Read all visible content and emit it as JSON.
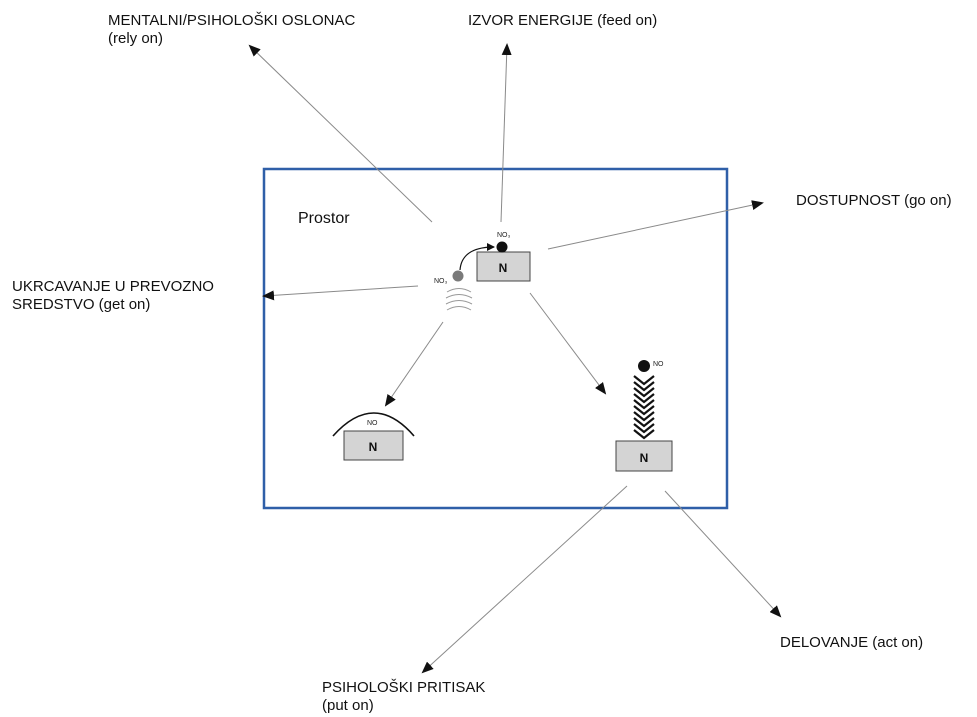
{
  "diagram": {
    "space_label": "Prostor",
    "box_letter": "N",
    "particle_label_top": "NO₃",
    "particle_label_left": "NO₃",
    "cap_label": "NO",
    "spring_label": "NO"
  },
  "labels": {
    "rely_on": {
      "line1": "MENTALNI/PSIHOLOŠKI OSLONAC",
      "line2": "(rely on)"
    },
    "feed_on": "IZVOR ENERGIJE (feed on)",
    "go_on": "DOSTUPNOST (go on)",
    "get_on": {
      "line1": "UKRCAVANJE U PREVOZNO",
      "line2": "SREDSTVO (get on)"
    },
    "act_on": "DELOVANJE (act on)",
    "put_on": {
      "line1": "PSIHOLOŠKI PRITISAK",
      "line2": "(put on)"
    }
  },
  "colors": {
    "frame": "#2f5fa8",
    "box_fill": "#d4d4d4",
    "arrow": "#777777"
  }
}
